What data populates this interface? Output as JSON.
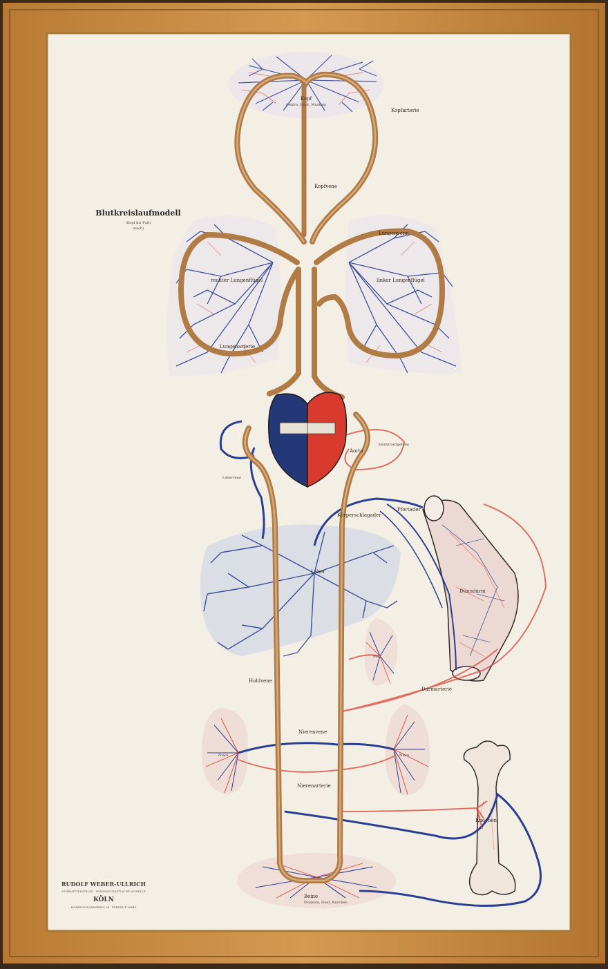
{
  "poster": {
    "title": "Blutkreislaufmodell",
    "subtitle": "(Kopf bis Fuß)",
    "subtitle2": "(nach)"
  },
  "labels": {
    "head": "Kopf",
    "head_note": "Gehirn, Haut, Muskeln",
    "head_artery": "Kopfarterie",
    "neck": "Kopfvene",
    "lung_right": "rechter Lungenflügel",
    "lung_left": "linker Lungenflügel",
    "lung_vein": "Lungenvene",
    "lung_artery": "Lungenarterie",
    "body_artery": "Körperschlagader",
    "hollow_vein": "Hohlvene",
    "aorta": "Aorta",
    "heart_vessels": "Herzkranzgefäße",
    "liver": "Leber",
    "portal_vein": "Pfortader",
    "liver_vein": "Lebervene",
    "intestine": "Dünndarm",
    "intestine_artery": "Darmarterie",
    "spleen": "Milz",
    "kidney_right": "Niere",
    "kidney_left": "Niere",
    "renal_vein": "Nierenvene",
    "renal_artery": "Nierenarterie",
    "bone": "Knochen",
    "legs": "Beine",
    "legs_note": "Muskeln, Haut, Knochen"
  },
  "publisher": {
    "name": "RUDOLF WEBER-ULLRICH",
    "line1": "LEHRMITTELVERLAG · WISSENSCHAFTLICHE MODELLE",
    "city": "KÖLN",
    "line2": "HOHENZOLLERNRING 24 · FERNRUF 56648"
  },
  "colors": {
    "frame": "#c98a3c",
    "board": "#f4efe4",
    "vein_blue": "#2b3f91",
    "artery_red": "#d8453a",
    "tube": "#c99561"
  }
}
